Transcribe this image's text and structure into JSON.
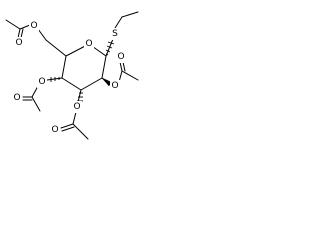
{
  "molecule": {
    "atom_labels": {
      "ring_oxygen": "O",
      "sulfur": "S",
      "o_c6_ester": "O",
      "o_c6_carbonyl": "O",
      "o_c4_ester": "O",
      "o_c4_carbonyl": "O",
      "o_c3_ester": "O",
      "o_c3_carbonyl": "O",
      "o_c2_ester": "O",
      "o_c2_carbonyl": "O"
    },
    "colors": {
      "bond": "#000000",
      "label": "#000000",
      "background": "#ffffff"
    }
  }
}
